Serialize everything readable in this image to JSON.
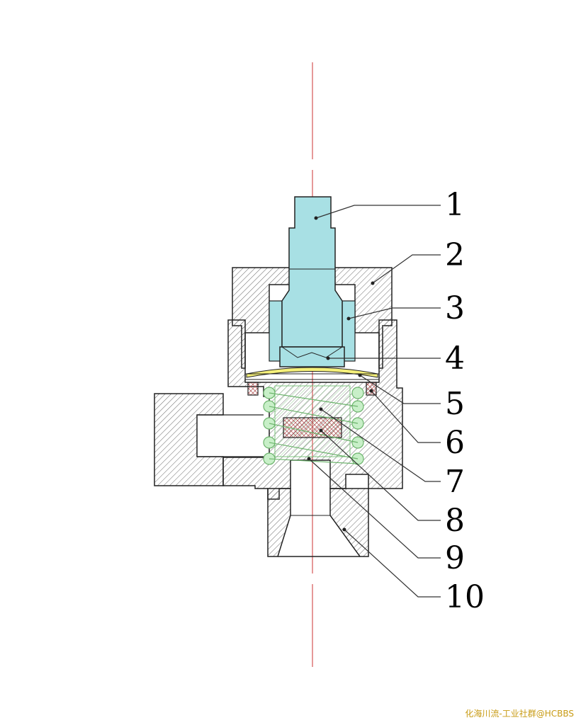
{
  "diagram": {
    "callouts": [
      {
        "id": "1",
        "label": "1"
      },
      {
        "id": "2",
        "label": "2"
      },
      {
        "id": "3",
        "label": "3"
      },
      {
        "id": "4",
        "label": "4"
      },
      {
        "id": "5",
        "label": "5"
      },
      {
        "id": "6",
        "label": "6"
      },
      {
        "id": "7",
        "label": "7"
      },
      {
        "id": "8",
        "label": "8"
      },
      {
        "id": "9",
        "label": "9"
      },
      {
        "id": "10",
        "label": "10"
      }
    ],
    "colors": {
      "body_hatch": "#555555",
      "stem_fill": "#a8e0e4",
      "diaphragm": "#f5f07a",
      "seal": "#cc7777",
      "spring": "#7cc47c",
      "seat_insert": "#d9a89a",
      "centerline": "#cc3333",
      "leader": "#333333"
    }
  },
  "watermark": {
    "text": "化海川流-工业社群@HCBBS"
  }
}
